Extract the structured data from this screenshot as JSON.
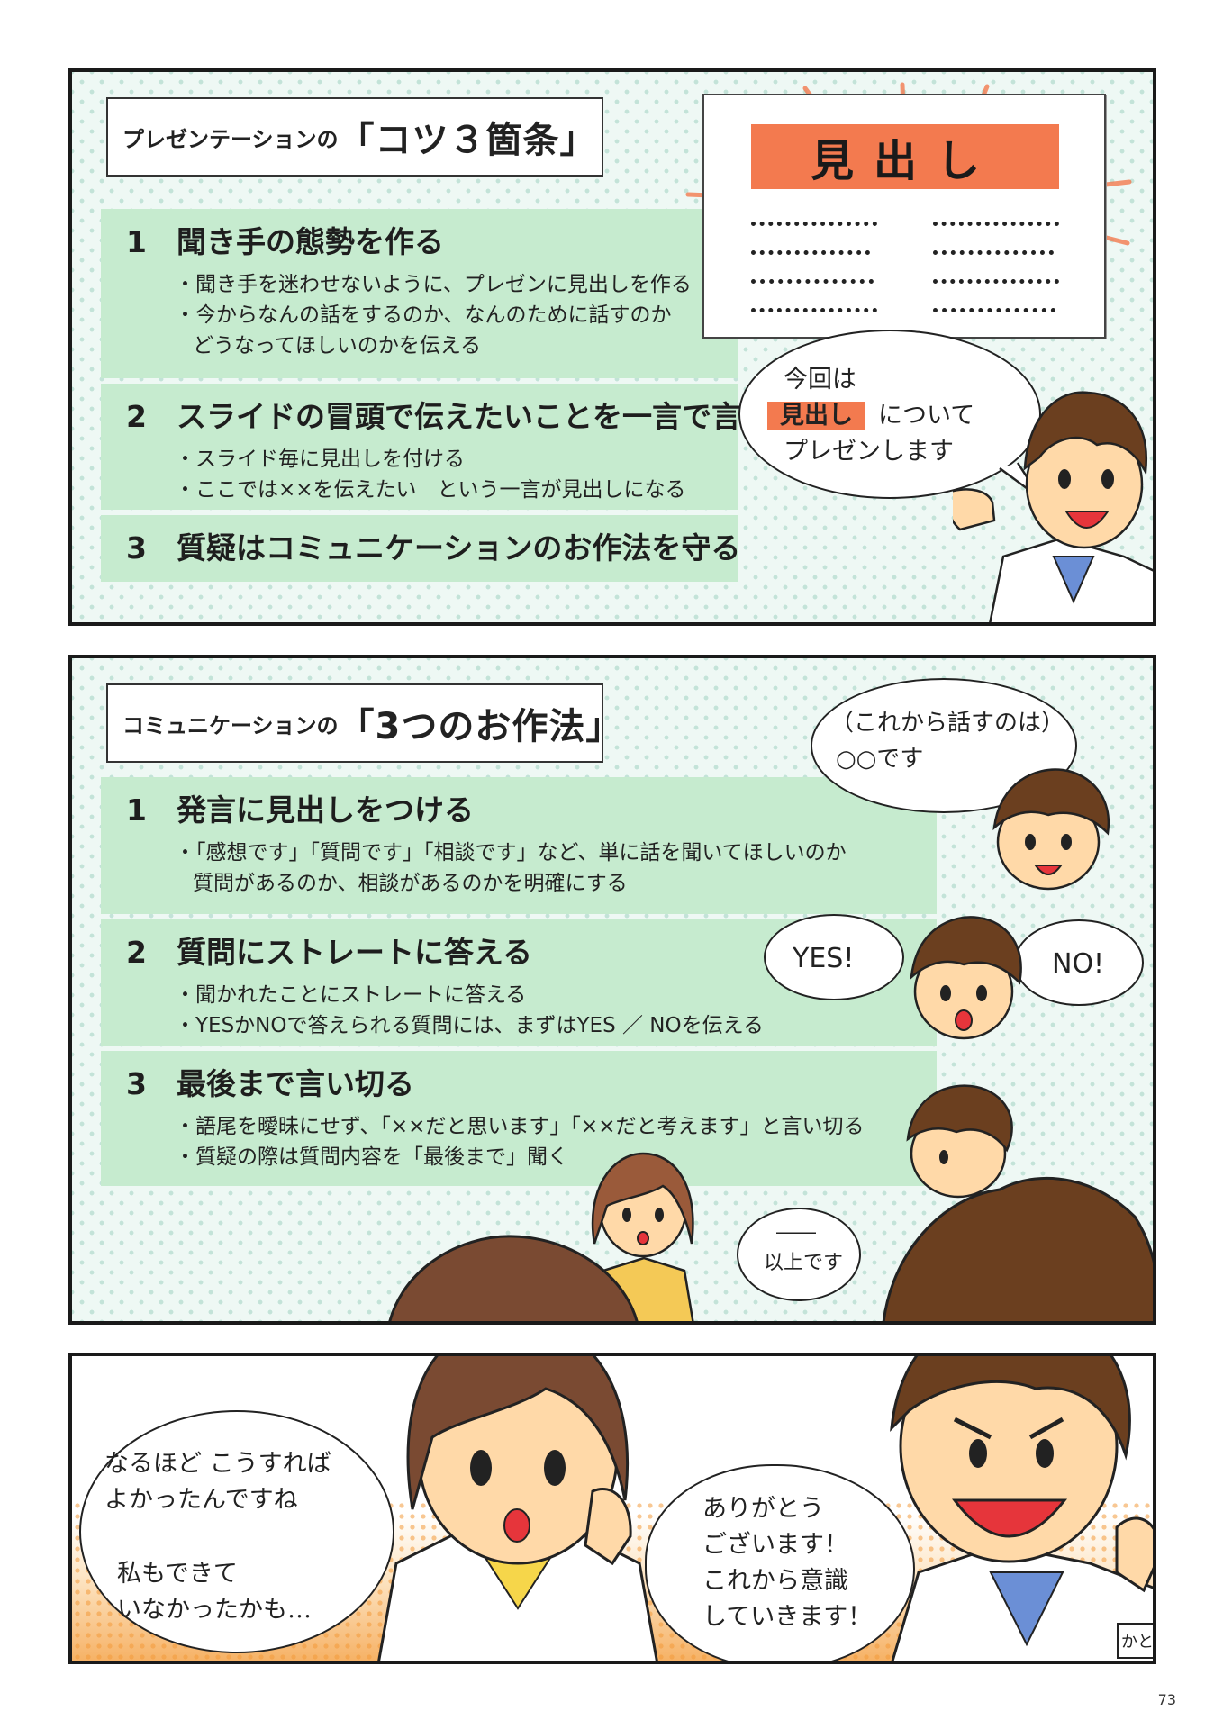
{
  "panel1": {
    "title_small": "プレゼンテーションの",
    "title_big": "「コツ３箇条」",
    "rules": [
      {
        "num": "1",
        "heading": "聞き手の態勢を作る",
        "lines": [
          "・聞き手を迷わせないように、プレゼンに見出しを作る",
          "・今からなんの話をするのか、なんのために話すのか",
          "どうなってほしいのかを伝える"
        ]
      },
      {
        "num": "2",
        "heading": "スライドの冒頭で伝えたいことを一言で言う",
        "lines": [
          "・スライド毎に見出しを付ける",
          "・ここでは××を伝えたい　という一言が見出しになる"
        ]
      },
      {
        "num": "3",
        "heading": "質疑はコミュニケーションのお作法を守る",
        "lines": []
      }
    ],
    "slide_heading": "見出し",
    "bubble": {
      "line1": "今回は",
      "highlight": "見出し",
      "line2_rest": "について",
      "line3": "プレゼンします"
    }
  },
  "panel2": {
    "title_small": "コミュニケーションの",
    "title_big": "「3つのお作法」",
    "rules": [
      {
        "num": "1",
        "heading": "発言に見出しをつける",
        "lines": [
          "・「感想です」「質問です」「相談です」など、単に話を聞いてほしいのか",
          "質問があるのか、相談があるのかを明確にする"
        ]
      },
      {
        "num": "2",
        "heading": "質問にストレートに答える",
        "lines": [
          "・聞かれたことにストレートに答える",
          "・YESかNOで答えられる質問には、まずはYES ／ NOを伝える"
        ]
      },
      {
        "num": "3",
        "heading": "最後まで言い切る",
        "lines": [
          "・語尾を曖昧にせず、「××だと思います」「××だと考えます」と言い切る",
          "・質疑の際は質問内容を「最後まで」聞く"
        ]
      }
    ],
    "bubble_top": {
      "line1": "（これから話すのは）",
      "line2": "○○です"
    },
    "bubble_yes": "YES!",
    "bubble_no": "NO!",
    "bubble_end": {
      "line1": "――",
      "line2": "以上です"
    }
  },
  "panel3": {
    "bubble_left": {
      "line1": "なるほど こうすれば",
      "line2": "よかったんですね",
      "line3": "私もできて",
      "line4": "いなかったかも…"
    },
    "bubble_right": {
      "line1": "ありがとう",
      "line2": "ございます！",
      "line3": "これから意識",
      "line4": "していきます！"
    },
    "name_tag": "かと"
  },
  "page_number": "73",
  "colors": {
    "rule_bg": "#c6ebcf",
    "accent": "#f37a4f",
    "dot_bg": "#eef8f4",
    "orange_tone": "#f6b266"
  }
}
